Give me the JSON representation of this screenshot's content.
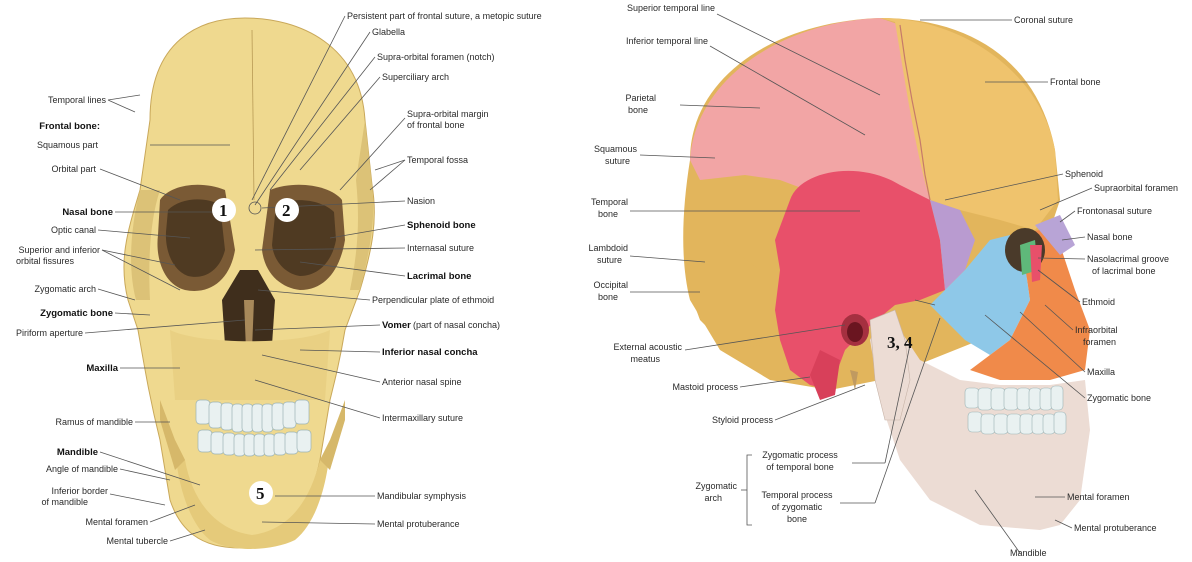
{
  "anterior": {
    "labels_left": [
      "Temporal lines",
      "Frontal bone:",
      "Squamous part",
      "Orbital part",
      "Nasal bone",
      "Optic canal",
      "Superior and inferior",
      "orbital fissures",
      "Zygomatic arch",
      "Zygomatic bone",
      "Piriform aperture",
      "Maxilla",
      "Ramus of mandible",
      "Mandible",
      "Angle of mandible",
      "Inferior border",
      "of mandible",
      "Mental foramen",
      "Mental tubercle"
    ],
    "labels_right": [
      "Persistent part of frontal suture, a metopic suture",
      "Glabella",
      "Supra-orbital foramen (notch)",
      "Superciliary arch",
      "Supra-orbital margin",
      "of frontal bone",
      "Temporal fossa",
      "Nasion",
      "Sphenoid bone",
      "Internasal suture",
      "Lacrimal bone",
      "Perpendicular plate of ethmoid",
      "Vomer",
      "(part of nasal concha)",
      "Inferior nasal concha",
      "Anterior nasal spine",
      "Intermaxillary suture",
      "Mandibular symphysis",
      "Mental protuberance"
    ],
    "markers": [
      "1",
      "2",
      "5"
    ]
  },
  "lateral": {
    "labels_left": [
      "Superior temporal line",
      "Inferior temporal line",
      "Parietal",
      "bone",
      "Squamous",
      "suture",
      "Temporal",
      "bone",
      "Lambdoid",
      "suture",
      "Occipital",
      "bone",
      "External acoustic",
      "meatus",
      "Mastoid process",
      "Styloid process",
      "Zygomatic",
      "arch",
      "Zygomatic process",
      "of temporal bone",
      "Temporal process",
      "of zygomatic",
      "bone"
    ],
    "labels_right": [
      "Coronal suture",
      "Frontal bone",
      "Sphenoid",
      "Supraorbital foramen",
      "Frontonasal suture",
      "Nasal bone",
      "Nasolacrimal groove",
      "of lacrimal bone",
      "Ethmoid",
      "Infraorbital",
      "foramen",
      "Maxilla",
      "Zygomatic bone",
      "Mental foramen",
      "Mental protuberance",
      "Mandible"
    ],
    "markers": [
      "3, 4"
    ]
  },
  "colors": {
    "bone": "#efd98f",
    "bone_shade": "#d9bf6e",
    "teeth": "#e9f1f1",
    "parietal": "#f2a5a5",
    "temporal": "#e8506a",
    "frontal": "#efc36d",
    "occipital": "#e2b55c",
    "sphenoid": "#b99bd0",
    "maxilla": "#f08a4a",
    "zygomatic_blue": "#8ec8e8",
    "mandible": "#ecdcd4",
    "ethmoid_green": "#5fb87a",
    "nasal": "#b8a4d6"
  }
}
